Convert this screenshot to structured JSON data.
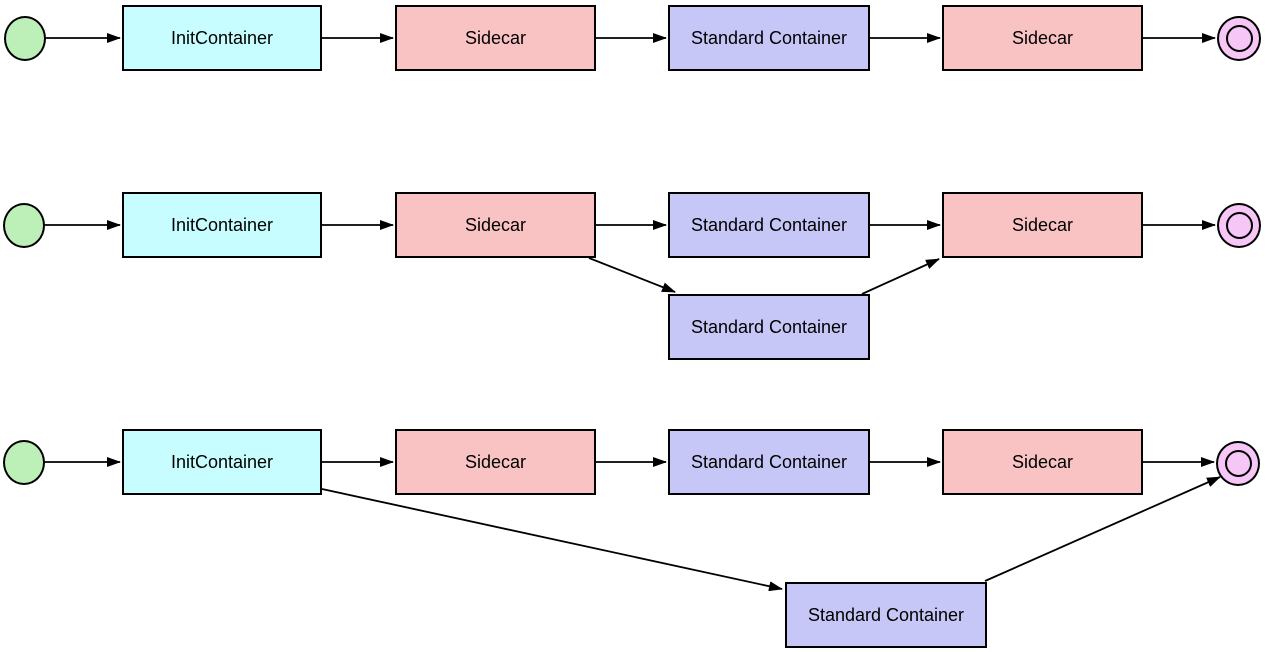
{
  "diagram": {
    "description": "Container lifecycle flow diagram with three variants",
    "colors": {
      "start_node_fill": "#BDF0B8",
      "init_container_fill": "#C8FDFF",
      "sidecar_fill": "#FAC3C3",
      "standard_container_fill": "#C6C6F7",
      "end_node_fill": "#F6C6F6",
      "line_color": "#000000"
    },
    "rows": [
      {
        "name": "row-1",
        "nodes": {
          "n1": "InitContainer",
          "n2": "Sidecar",
          "n3": "Standard Container",
          "n4": "Sidecar"
        }
      },
      {
        "name": "row-2",
        "nodes": {
          "n1": "InitContainer",
          "n2": "Sidecar",
          "n3": "Standard Container",
          "n4": "Sidecar",
          "extra": "Standard Container"
        }
      },
      {
        "name": "row-3",
        "nodes": {
          "n1": "InitContainer",
          "n2": "Sidecar",
          "n3": "Standard Container",
          "n4": "Sidecar",
          "extra": "Standard Container"
        }
      }
    ]
  }
}
